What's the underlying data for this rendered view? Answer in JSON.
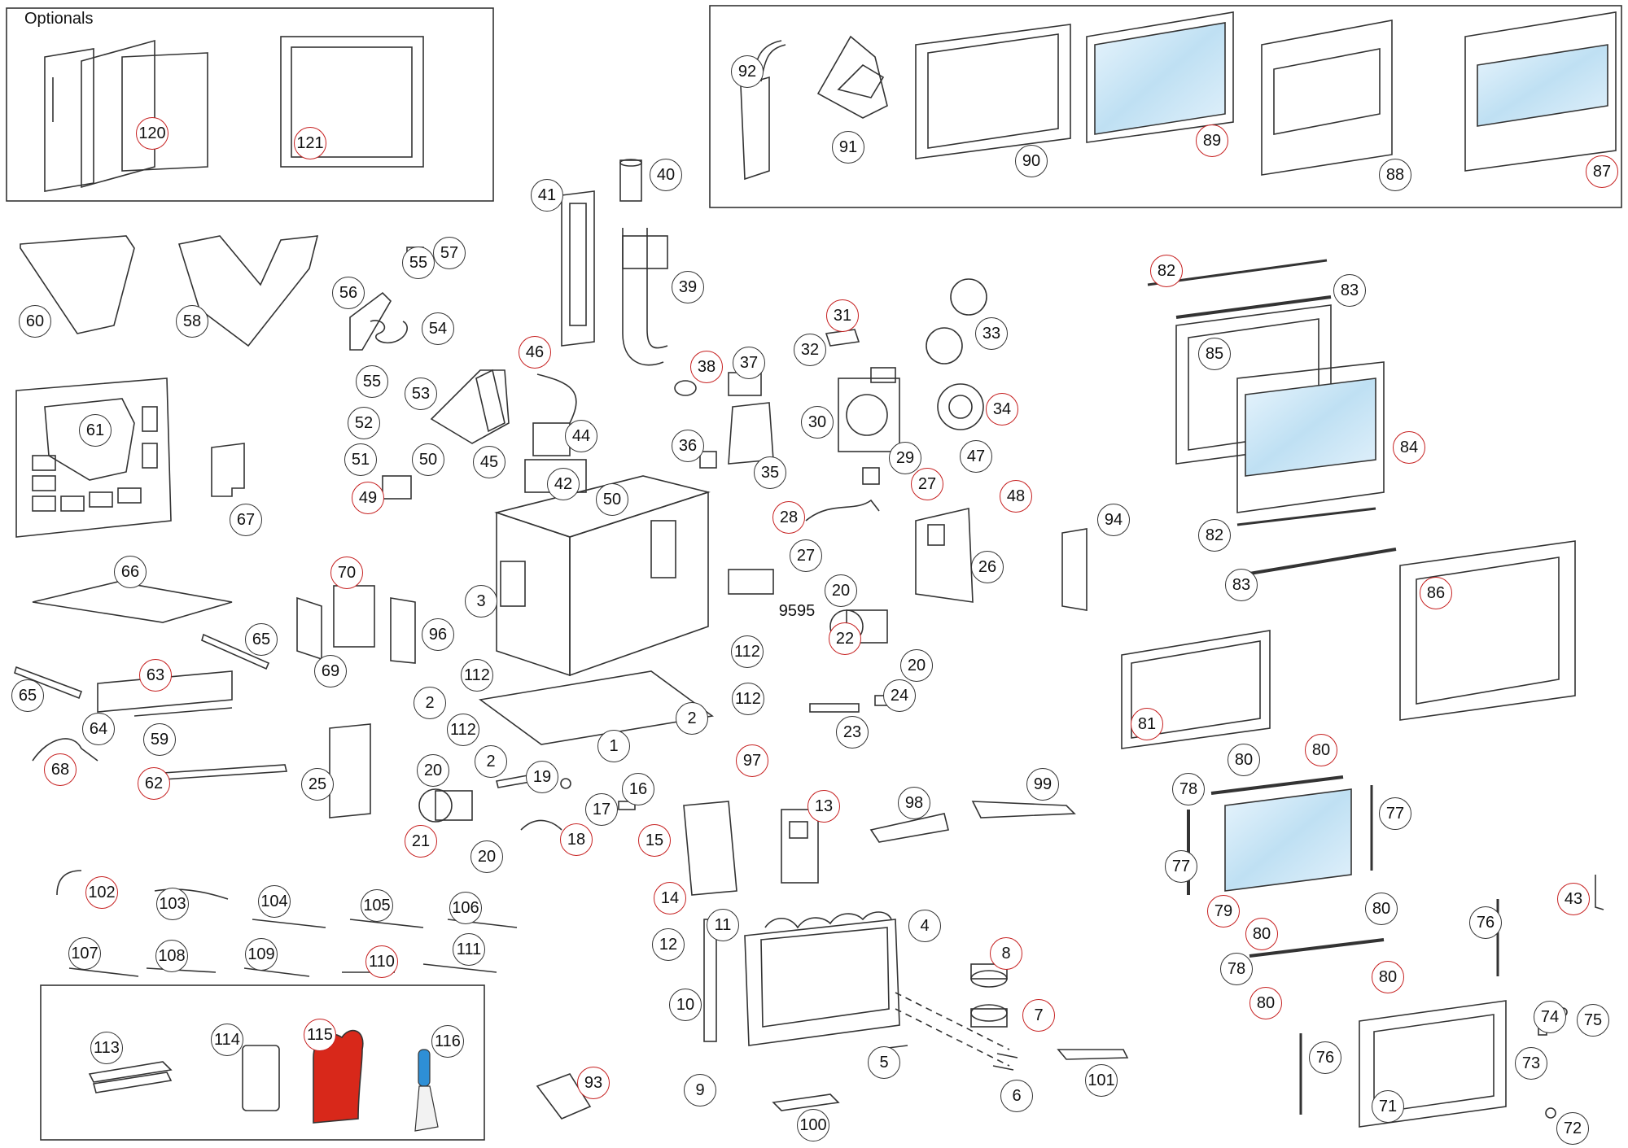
{
  "boxes": {
    "optionals": {
      "title": "Optionals"
    }
  },
  "callouts": [
    {
      "text": "120",
      "red": true
    },
    {
      "text": "121",
      "red": true
    },
    {
      "text": "92",
      "red": false
    },
    {
      "text": "91",
      "red": false
    },
    {
      "text": "90",
      "red": false
    },
    {
      "text": "89",
      "red": true
    },
    {
      "text": "88",
      "red": false
    },
    {
      "text": "87",
      "red": true
    },
    {
      "text": "60",
      "red": false
    },
    {
      "text": "58",
      "red": false
    },
    {
      "text": "61",
      "red": false
    },
    {
      "text": "67",
      "red": false
    },
    {
      "text": "57",
      "red": false
    },
    {
      "text": "56",
      "red": false
    },
    {
      "text": "55",
      "red": false
    },
    {
      "text": "54",
      "red": false
    },
    {
      "text": "55",
      "red": false
    },
    {
      "text": "53",
      "red": false
    },
    {
      "text": "52",
      "red": false
    },
    {
      "text": "51",
      "red": false
    },
    {
      "text": "50",
      "red": false
    },
    {
      "text": "49",
      "red": true
    },
    {
      "text": "45",
      "red": false
    },
    {
      "text": "41",
      "red": false
    },
    {
      "text": "40",
      "red": false
    },
    {
      "text": "39",
      "red": false
    },
    {
      "text": "38",
      "red": true
    },
    {
      "text": "46",
      "red": true
    },
    {
      "text": "44",
      "red": false
    },
    {
      "text": "42",
      "red": false
    },
    {
      "text": "37",
      "red": false
    },
    {
      "text": "36",
      "red": false
    },
    {
      "text": "35",
      "red": false
    },
    {
      "text": "31",
      "red": true
    },
    {
      "text": "32",
      "red": false
    },
    {
      "text": "30",
      "red": false
    },
    {
      "text": "33",
      "red": false
    },
    {
      "text": "34",
      "red": true
    },
    {
      "text": "47",
      "red": false
    },
    {
      "text": "29",
      "red": false
    },
    {
      "text": "27",
      "red": true
    },
    {
      "text": "28",
      "red": true
    },
    {
      "text": "27",
      "red": false
    },
    {
      "text": "48",
      "red": true
    },
    {
      "text": "26",
      "red": false
    },
    {
      "text": "94",
      "red": false
    },
    {
      "text": "82",
      "red": true
    },
    {
      "text": "83",
      "red": false
    },
    {
      "text": "85",
      "red": false
    },
    {
      "text": "84",
      "red": true
    },
    {
      "text": "82",
      "red": false
    },
    {
      "text": "83",
      "red": false
    },
    {
      "text": "86",
      "red": true
    },
    {
      "text": "66",
      "red": false
    },
    {
      "text": "65",
      "red": false
    },
    {
      "text": "65",
      "red": false
    },
    {
      "text": "63",
      "red": true
    },
    {
      "text": "64",
      "red": false
    },
    {
      "text": "59",
      "red": false
    },
    {
      "text": "68",
      "red": true
    },
    {
      "text": "62",
      "red": true
    },
    {
      "text": "70",
      "red": true
    },
    {
      "text": "69",
      "red": false
    },
    {
      "text": "96",
      "red": false
    },
    {
      "text": "50",
      "red": false
    },
    {
      "text": "3",
      "red": false
    },
    {
      "text": "9595",
      "red": false
    },
    {
      "text": "20",
      "red": false
    },
    {
      "text": "22",
      "red": true
    },
    {
      "text": "20",
      "red": false
    },
    {
      "text": "112",
      "red": false
    },
    {
      "text": "112",
      "red": false
    },
    {
      "text": "112",
      "red": false
    },
    {
      "text": "112",
      "red": false
    },
    {
      "text": "2",
      "red": false
    },
    {
      "text": "2",
      "red": false
    },
    {
      "text": "2",
      "red": false
    },
    {
      "text": "1",
      "red": false
    },
    {
      "text": "97",
      "red": true
    },
    {
      "text": "23",
      "red": false
    },
    {
      "text": "24",
      "red": false
    },
    {
      "text": "81",
      "red": true
    },
    {
      "text": "80",
      "red": false
    },
    {
      "text": "80",
      "red": true
    },
    {
      "text": "78",
      "red": false
    },
    {
      "text": "77",
      "red": false
    },
    {
      "text": "77",
      "red": false
    },
    {
      "text": "79",
      "red": true
    },
    {
      "text": "80",
      "red": false
    },
    {
      "text": "80",
      "red": true
    },
    {
      "text": "78",
      "red": false
    },
    {
      "text": "80",
      "red": true
    },
    {
      "text": "80",
      "red": true
    },
    {
      "text": "25",
      "red": false
    },
    {
      "text": "20",
      "red": false
    },
    {
      "text": "21",
      "red": true
    },
    {
      "text": "20",
      "red": false
    },
    {
      "text": "19",
      "red": false
    },
    {
      "text": "17",
      "red": false
    },
    {
      "text": "16",
      "red": false
    },
    {
      "text": "15",
      "red": true
    },
    {
      "text": "18",
      "red": true
    },
    {
      "text": "14",
      "red": true
    },
    {
      "text": "13",
      "red": true
    },
    {
      "text": "98",
      "red": false
    },
    {
      "text": "99",
      "red": false
    },
    {
      "text": "102",
      "red": true
    },
    {
      "text": "103",
      "red": false
    },
    {
      "text": "104",
      "red": false
    },
    {
      "text": "105",
      "red": false
    },
    {
      "text": "106",
      "red": false
    },
    {
      "text": "107",
      "red": false
    },
    {
      "text": "108",
      "red": false
    },
    {
      "text": "109",
      "red": false
    },
    {
      "text": "110",
      "red": true
    },
    {
      "text": "111",
      "red": false
    },
    {
      "text": "12",
      "red": false
    },
    {
      "text": "11",
      "red": false
    },
    {
      "text": "4",
      "red": false
    },
    {
      "text": "10",
      "red": false
    },
    {
      "text": "9",
      "red": false
    },
    {
      "text": "8",
      "red": true
    },
    {
      "text": "7",
      "red": true
    },
    {
      "text": "5",
      "red": false
    },
    {
      "text": "6",
      "red": false
    },
    {
      "text": "101",
      "red": false
    },
    {
      "text": "100",
      "red": false
    },
    {
      "text": "93",
      "red": true
    },
    {
      "text": "113",
      "red": false
    },
    {
      "text": "114",
      "red": false
    },
    {
      "text": "115",
      "red": true
    },
    {
      "text": "116",
      "red": false
    },
    {
      "text": "76",
      "red": false
    },
    {
      "text": "43",
      "red": true
    },
    {
      "text": "74",
      "red": false
    },
    {
      "text": "75",
      "red": false
    },
    {
      "text": "73",
      "red": false
    },
    {
      "text": "76",
      "red": false
    },
    {
      "text": "71",
      "red": false
    },
    {
      "text": "72",
      "red": false
    }
  ],
  "colors": {
    "stroke": "#333333",
    "red": "#c62020",
    "glass": "#cfe6f5",
    "mitt": "#d8281a",
    "handle": "#2e8fd6"
  }
}
